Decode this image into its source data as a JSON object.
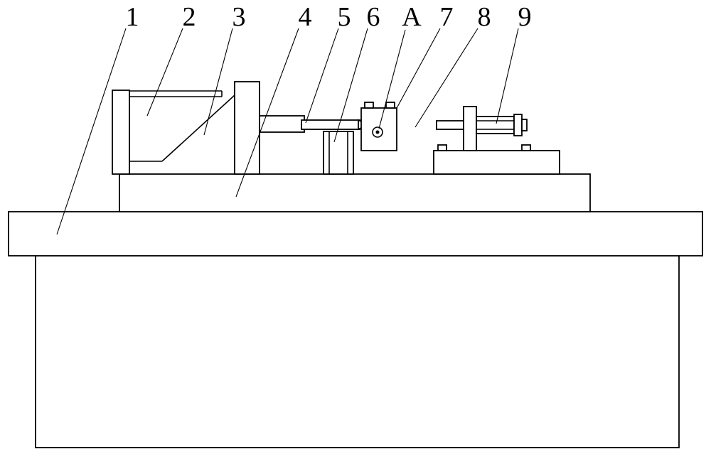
{
  "figure": {
    "colors": {
      "background": "#ffffff",
      "line": "#000000"
    },
    "labels": [
      {
        "id": "1",
        "text": "1"
      },
      {
        "id": "2",
        "text": "2"
      },
      {
        "id": "3",
        "text": "3"
      },
      {
        "id": "4",
        "text": "4"
      },
      {
        "id": "5",
        "text": "5"
      },
      {
        "id": "6",
        "text": "6"
      },
      {
        "id": "A",
        "text": "A"
      },
      {
        "id": "7",
        "text": "7"
      },
      {
        "id": "8",
        "text": "8"
      },
      {
        "id": "9",
        "text": "9"
      }
    ]
  }
}
